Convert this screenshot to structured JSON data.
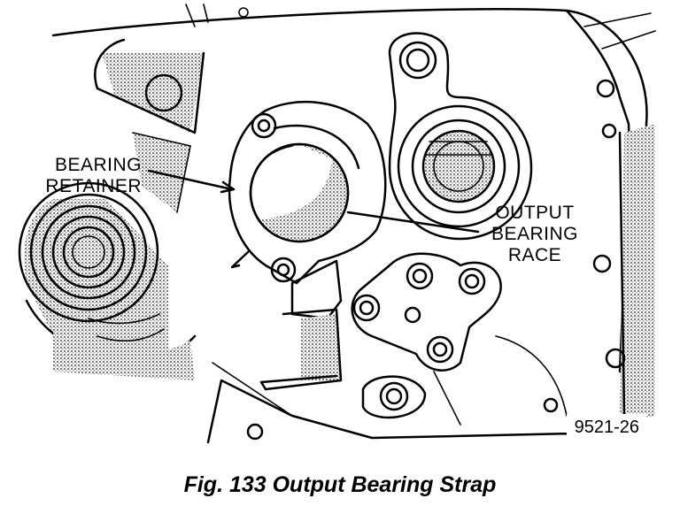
{
  "figure": {
    "labels": {
      "bearing_retainer_line1": "BEARING",
      "bearing_retainer_line2": "RETAINER",
      "output_bearing_race_line1": "OUTPUT",
      "output_bearing_race_line2": "BEARING",
      "output_bearing_race_line3": "RACE"
    },
    "part_number": "9521-26",
    "caption": "Fig. 133 Output Bearing Strap"
  }
}
